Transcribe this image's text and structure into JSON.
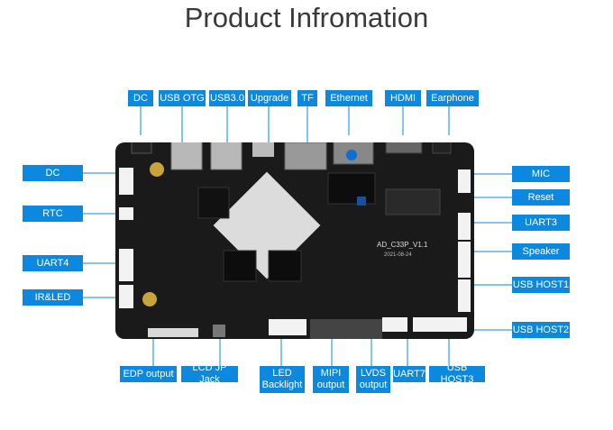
{
  "title": "Product Infromation",
  "labels": {
    "dc_top": "DC",
    "usb_otg": "USB OTG",
    "usb30": "USB3.0",
    "upgrade": "Upgrade",
    "tf": "TF",
    "ethernet": "Ethernet",
    "hdmi": "HDMI",
    "earphone": "Earphone",
    "dc_left": "DC",
    "rtc": "RTC",
    "uart4": "UART4",
    "ir_led": "IR&LED",
    "mic": "MIC",
    "reset": "Reset",
    "uart3": "UART3",
    "speaker": "Speaker",
    "usb_host1": "USB HOST1",
    "usb_host2": "USB HOST2",
    "edp_output": "EDP output",
    "lcd_jp_jack": "LCD JP Jack",
    "led_backlight": "LED\nBacklight",
    "mipi_output": "MIPI\noutput",
    "lvds_output": "LVDS\noutput",
    "uart7": "UART7",
    "usb_host3": "USB HOST3"
  },
  "board": {
    "silkscreen": "AD_C33P_V1.1",
    "date": "2021-08-24"
  },
  "colors": {
    "label_bg": "#0d88df",
    "board": "#1a1a1a",
    "line": "#0d88df"
  }
}
